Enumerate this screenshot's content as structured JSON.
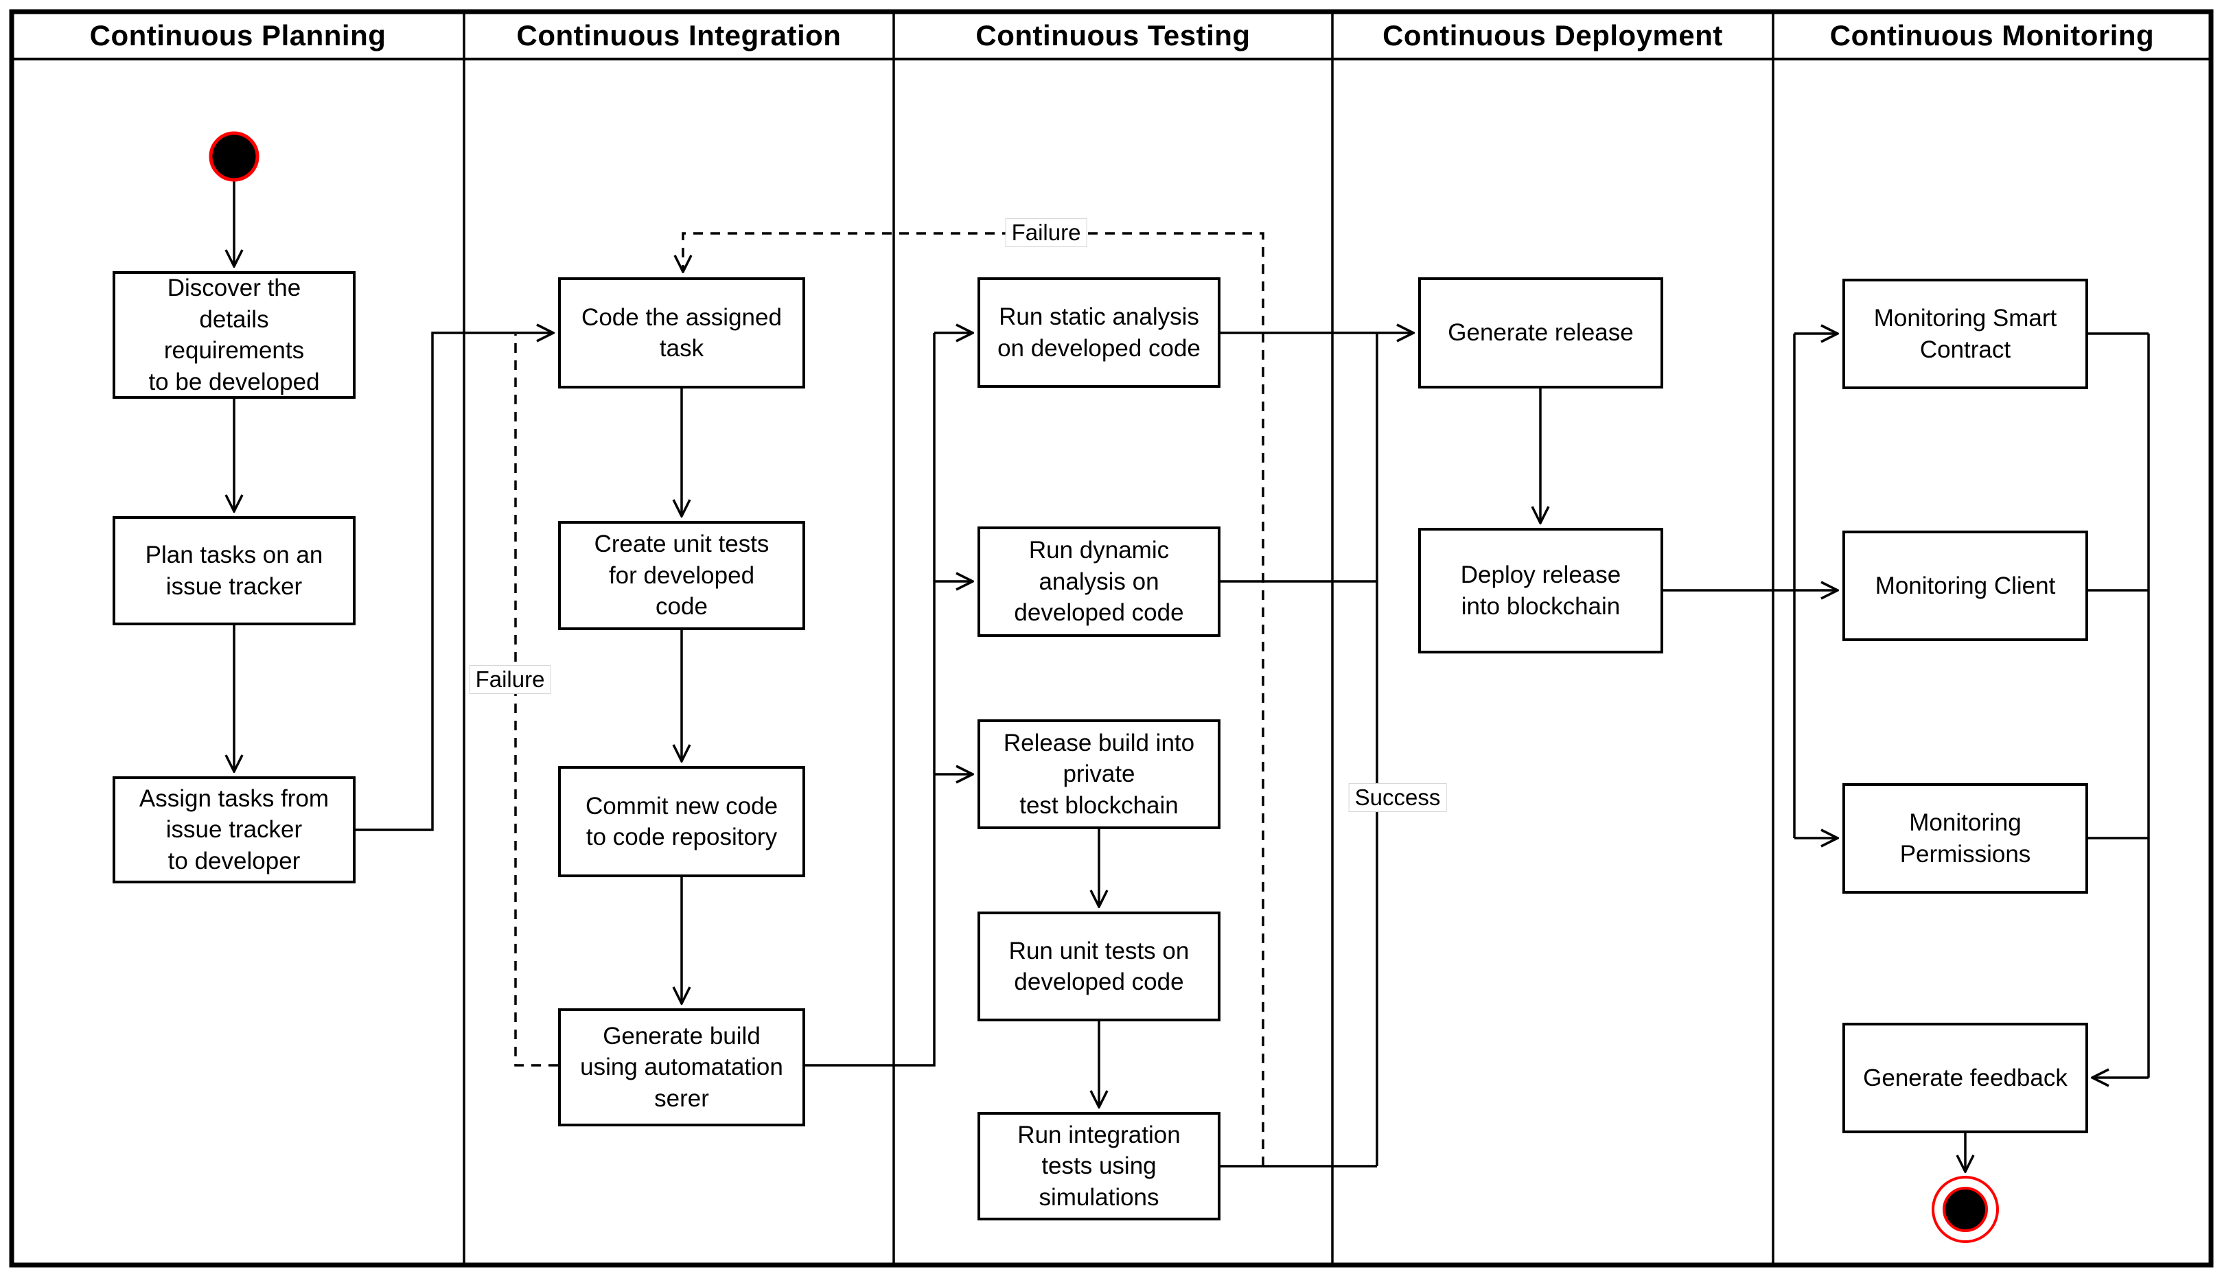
{
  "diagram_type": "uml-activity-swimlanes",
  "lanes": [
    "Continuous Planning",
    "Continuous Integration",
    "Continuous Testing",
    "Continuous Deployment",
    "Continuous Monitoring"
  ],
  "activities": {
    "discover": "Discover the\ndetails\nrequirements\nto be developed",
    "plan": "Plan tasks on an\nissue tracker",
    "assign": "Assign tasks from\nissue tracker\nto developer",
    "code": "Code the assigned\ntask",
    "create_tests": "Create unit tests\nfor developed\ncode",
    "commit": "Commit new code\nto code repository",
    "build": "Generate build\nusing automatation\nserer",
    "static_analysis": "Run static analysis\non developed code",
    "dynamic_analysis": "Run dynamic\nanalysis on\ndeveloped code",
    "release_test_chain": "Release build into\nprivate\ntest blockchain",
    "unit_tests": "Run unit tests on\ndeveloped code",
    "integration_tests": "Run integration\ntests using\nsimulations",
    "generate_release": "Generate release",
    "deploy_release": "Deploy release\ninto blockchain",
    "monitor_smart_contract": "Monitoring Smart\nContract",
    "monitor_client": "Monitoring Client",
    "monitor_permissions": "Monitoring\nPermissions",
    "generate_feedback": "Generate feedback"
  },
  "edge_labels": {
    "failure_top": "Failure",
    "failure_left": "Failure",
    "success": "Success"
  },
  "colors": {
    "line": "#000000",
    "node_accent": "#ff0000",
    "background": "#ffffff"
  }
}
